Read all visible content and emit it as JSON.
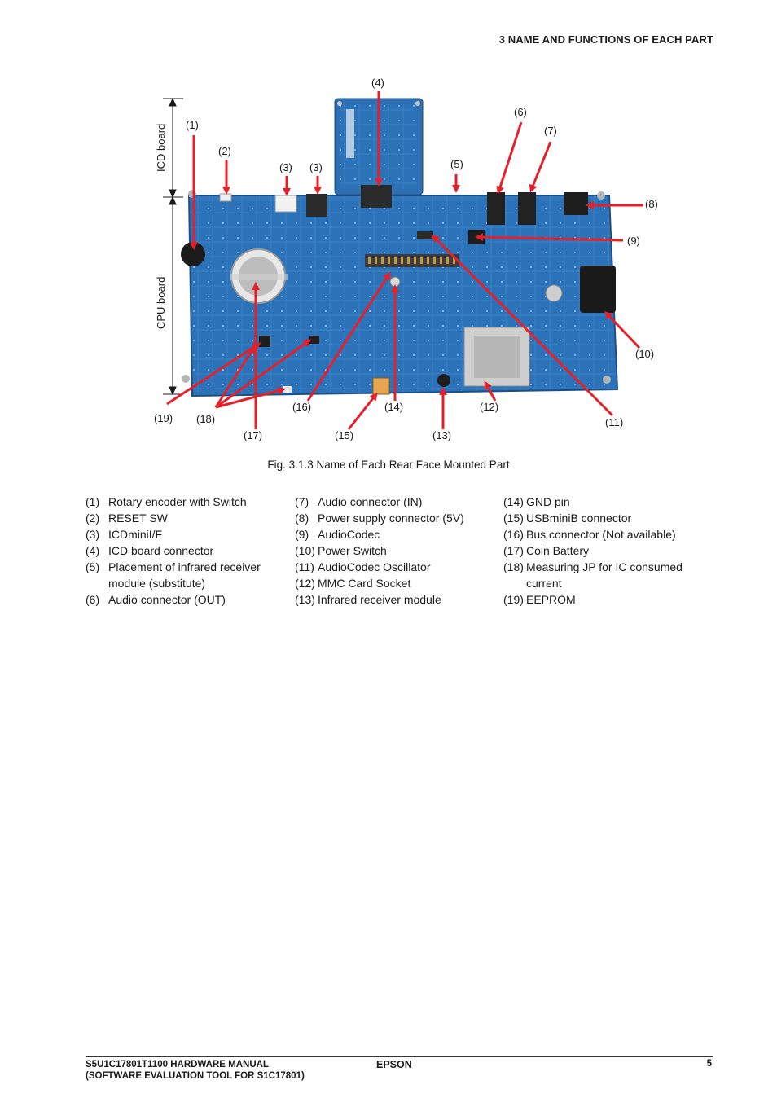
{
  "header": {
    "section_title": "3  NAME AND FUNCTIONS OF EACH PART"
  },
  "figure": {
    "side_labels": {
      "icd_board": "ICD board",
      "cpu_board": "CPU board"
    },
    "callouts": {
      "c1": "(1)",
      "c2": "(2)",
      "c3a": "(3)",
      "c3b": "(3)",
      "c4": "(4)",
      "c5": "(5)",
      "c6": "(6)",
      "c7": "(7)",
      "c8": "(8)",
      "c9": "(9)",
      "c10": "(10)",
      "c11": "(11)",
      "c12": "(12)",
      "c13": "(13)",
      "c14": "(14)",
      "c15": "(15)",
      "c16": "(16)",
      "c17": "(17)",
      "c18": "(18)",
      "c19": "(19)"
    },
    "caption": "Fig. 3.1.3  Name of Each Rear Face Mounted Part",
    "arrow_color": "#e4202a",
    "pcb_color": "#2a6fb5"
  },
  "legend": {
    "col1": [
      {
        "num": "(1)",
        "text": "Rotary encoder with Switch"
      },
      {
        "num": "(2)",
        "text": "RESET SW"
      },
      {
        "num": "(3)",
        "text": "ICDminiI/F"
      },
      {
        "num": "(4)",
        "text": "ICD board connector"
      },
      {
        "num": "(5)",
        "text": "Placement of  infrared receiver"
      },
      {
        "num": "",
        "text": "module  (substitute)"
      },
      {
        "num": "(6)",
        "text": "Audio connector (OUT)"
      }
    ],
    "col2": [
      {
        "num": "(7)",
        "text": "Audio connector (IN)"
      },
      {
        "num": "(8)",
        "text": "Power supply connector (5V)"
      },
      {
        "num": "(9)",
        "text": "AudioCodec"
      },
      {
        "num": "(10)",
        "text": "Power Switch"
      },
      {
        "num": "(11)",
        "text": "AudioCodec Oscillator"
      },
      {
        "num": "(12)",
        "text": "MMC Card Socket"
      },
      {
        "num": "(13)",
        "text": "Infrared receiver module"
      }
    ],
    "col3": [
      {
        "num": "(14)",
        "text": "GND pin"
      },
      {
        "num": "(15)",
        "text": "USBminiB connector"
      },
      {
        "num": "(16)",
        "text": "Bus connector (Not available)"
      },
      {
        "num": "(17)",
        "text": "Coin Battery"
      },
      {
        "num": "(18)",
        "text": "Measuring JP for IC consumed"
      },
      {
        "num": "",
        "text": "current"
      },
      {
        "num": "(19)",
        "text": "EEPROM"
      }
    ]
  },
  "footer": {
    "manual_title": "S5U1C17801T1100 HARDWARE MANUAL",
    "manual_subtitle": "(SOFTWARE EVALUATION TOOL FOR S1C17801)",
    "brand": "EPSON",
    "page_number": "5"
  }
}
